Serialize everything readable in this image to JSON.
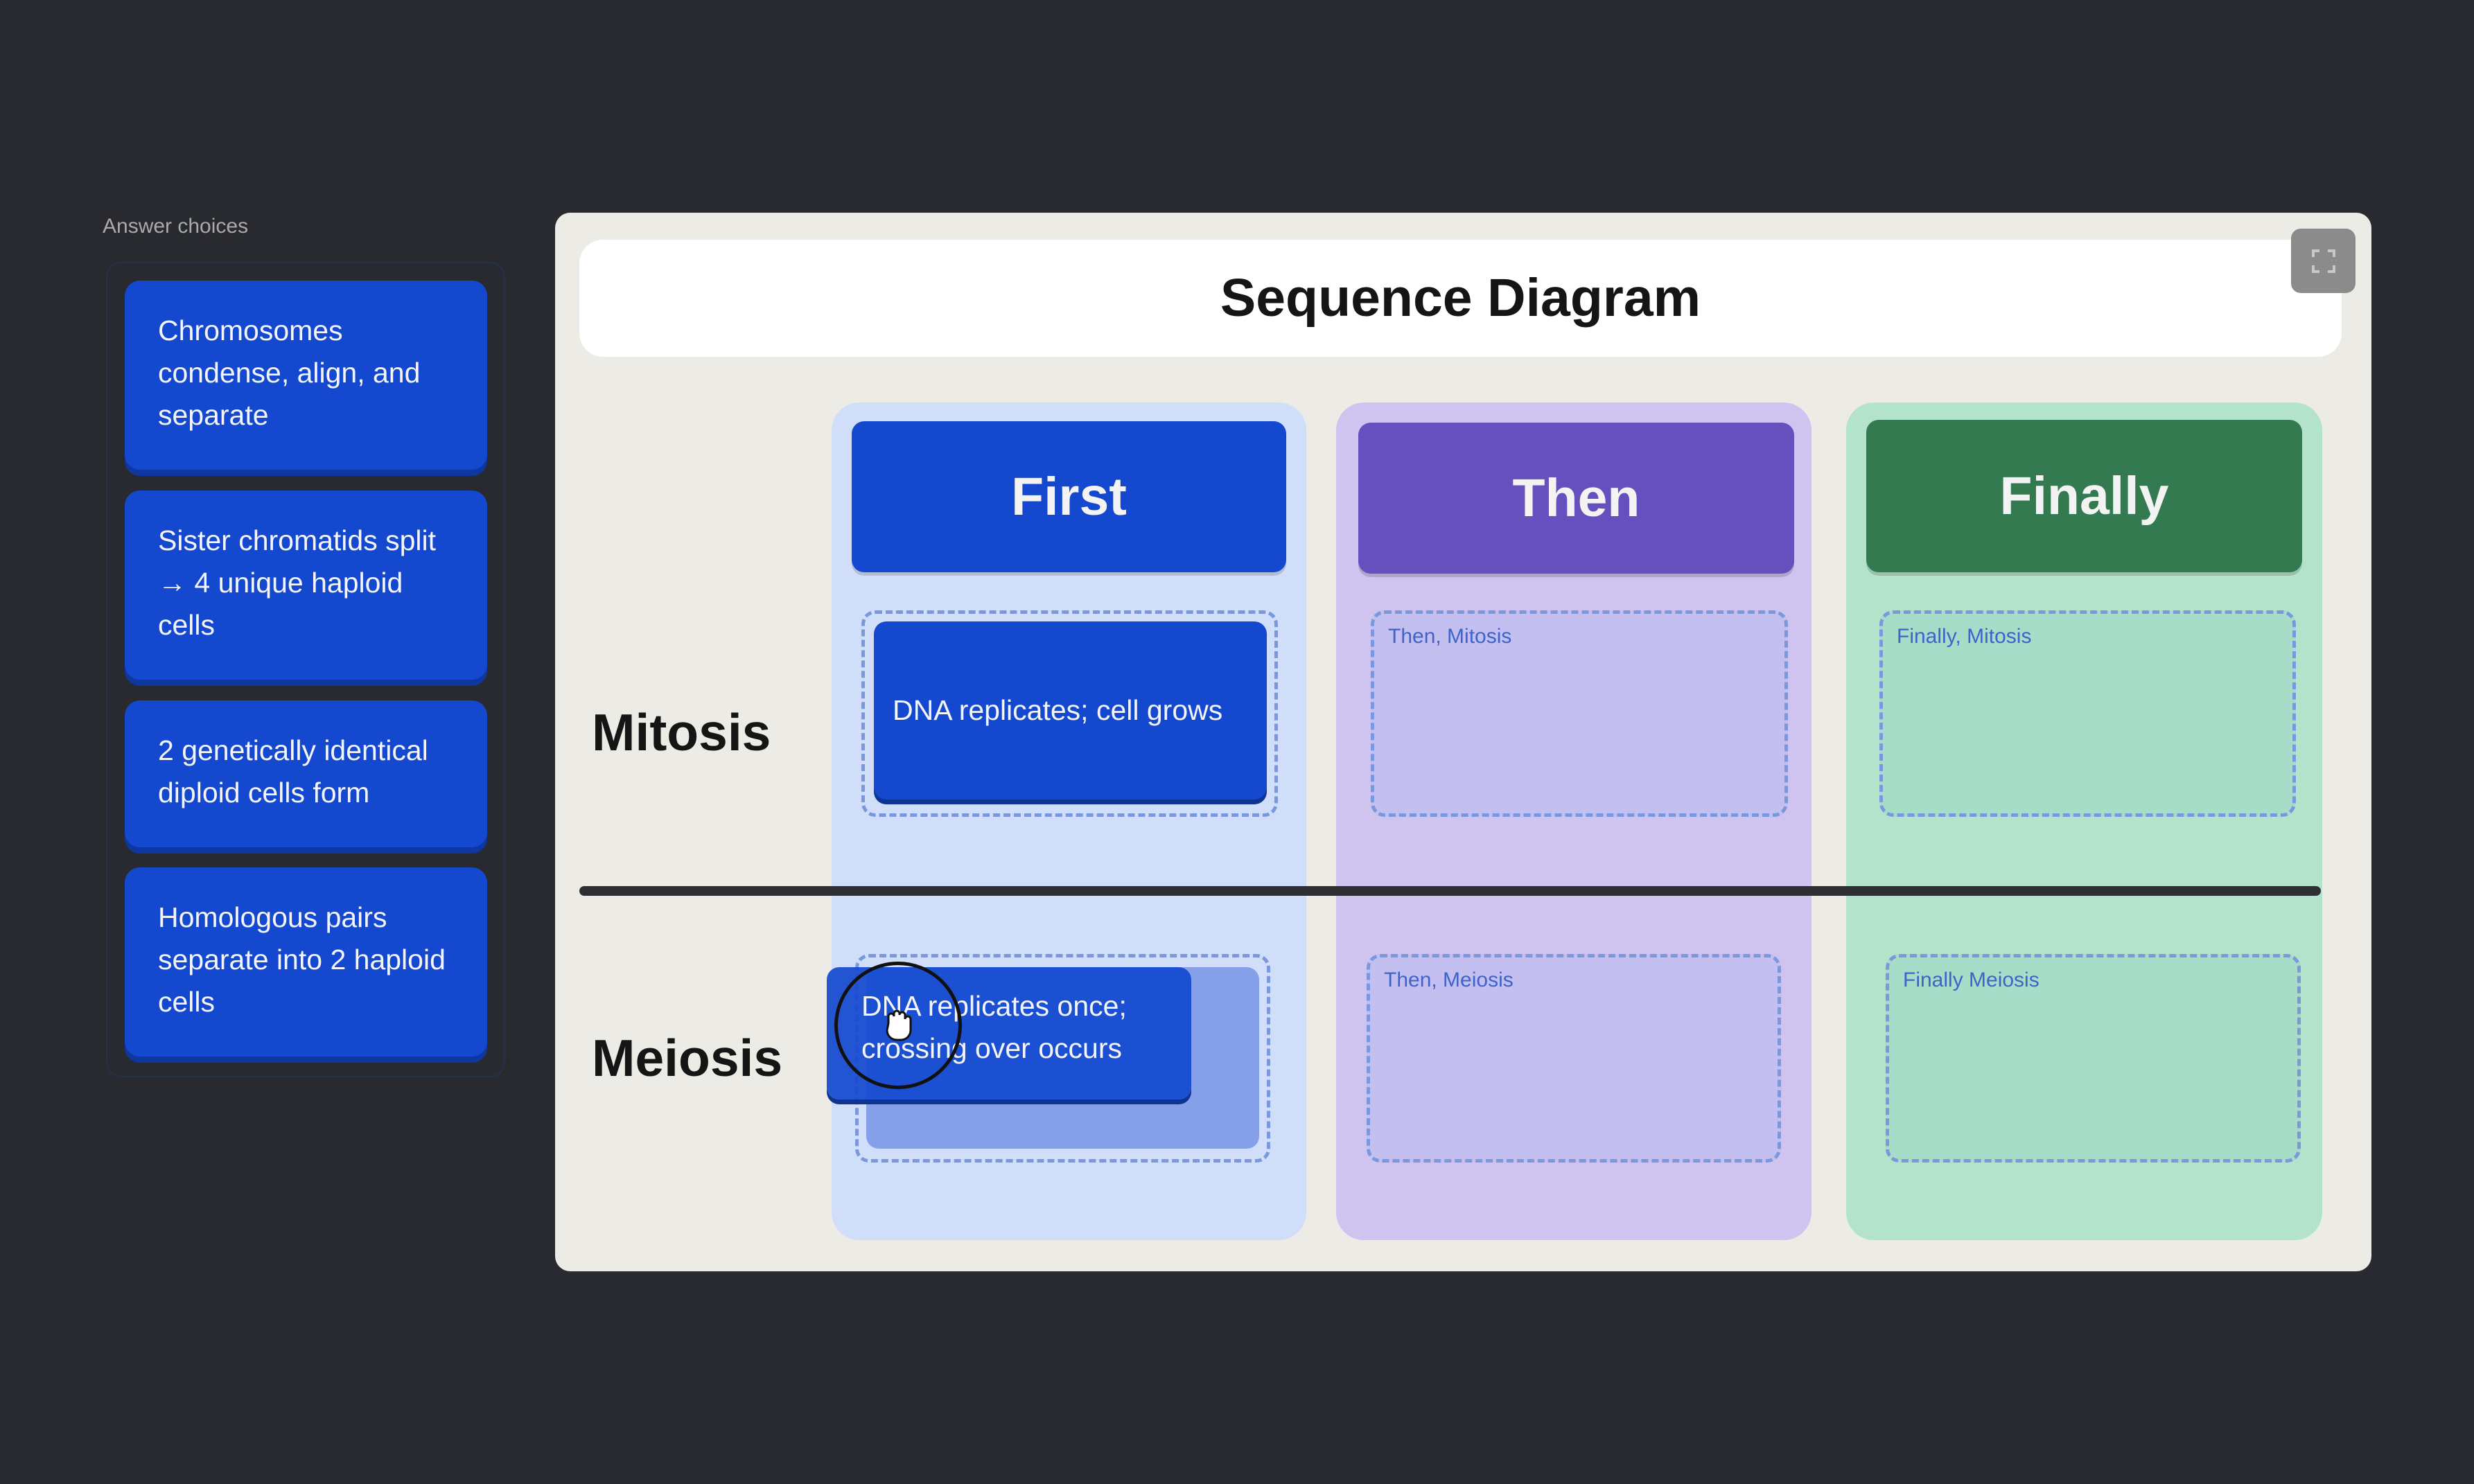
{
  "sidebar": {
    "label": "Answer choices",
    "choices": [
      {
        "text": "Chromosomes condense, align, and separate"
      },
      {
        "text": "Sister chromatids split → 4 unique haploid cells"
      },
      {
        "text": "2 genetically identical diploid cells form"
      },
      {
        "text": "Homologous pairs separate into 2 haploid cells"
      }
    ]
  },
  "diagram": {
    "title": "Sequence Diagram",
    "expand_icon": "fullscreen-icon",
    "columns": [
      {
        "label": "First",
        "color": "#1449cf",
        "bg": "#d1def9"
      },
      {
        "label": "Then",
        "color": "#6650bd",
        "bg": "#cfc4ef"
      },
      {
        "label": "Finally",
        "color": "#347a50",
        "bg": "#b4e3cb"
      }
    ],
    "rows": [
      {
        "label": "Mitosis",
        "slots": [
          "",
          "Then, Mitosis",
          "Finally, Mitosis"
        ]
      },
      {
        "label": "Meiosis",
        "slots": [
          "",
          "Then, Meiosis",
          "Finally Meiosis"
        ]
      }
    ],
    "placed_card": "DNA replicates; cell grows",
    "dragged_card": "DNA replicates once; crossing over occurs"
  }
}
